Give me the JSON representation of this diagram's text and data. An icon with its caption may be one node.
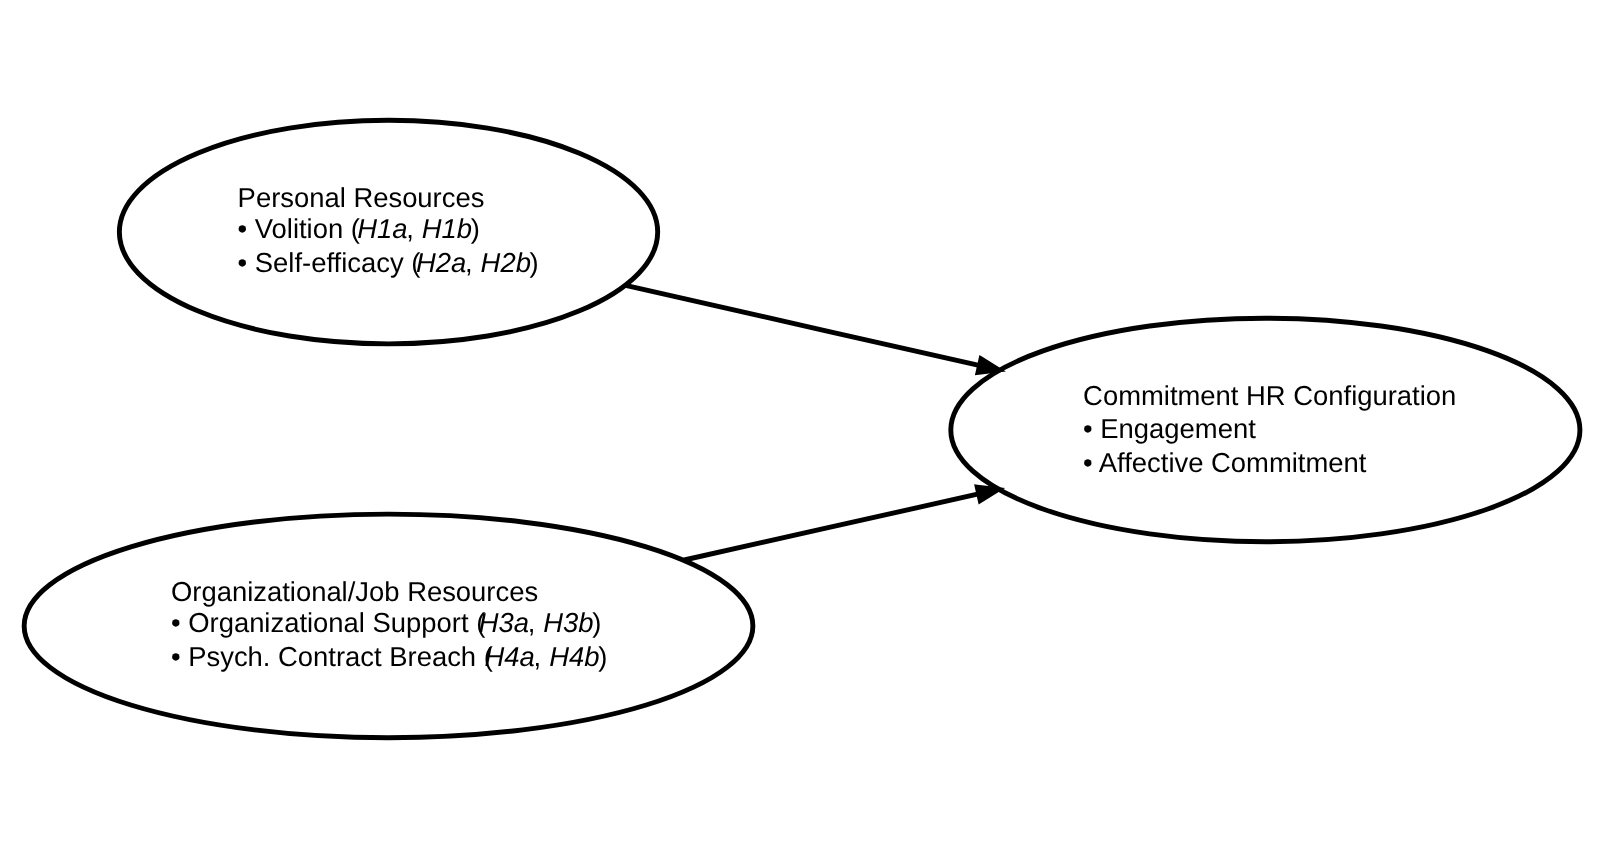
{
  "diagram": {
    "nodes": [
      {
        "text": [
          "Personal Resources",
          "• Volition (*H1a*, *H1b*)",
          "• Self-efficacy (*H2a*, *H2b*)"
        ]
      },
      {
        "text": [
          "Organizational/Job Resources",
          "• Organizational Support (*H3a*, *H3b*)",
          "• Psych. Contract Breach (*H4a*, *H4b*)"
        ]
      },
      {
        "text": [
          "Commitment HR Configuration",
          "• Engagement",
          "• Affective Commitment"
        ]
      }
    ],
    "edges": [
      {
        "from": 0,
        "to": 2,
        "arrow": "to"
      },
      {
        "from": 1,
        "to": 2,
        "arrow": "to"
      }
    ]
  }
}
